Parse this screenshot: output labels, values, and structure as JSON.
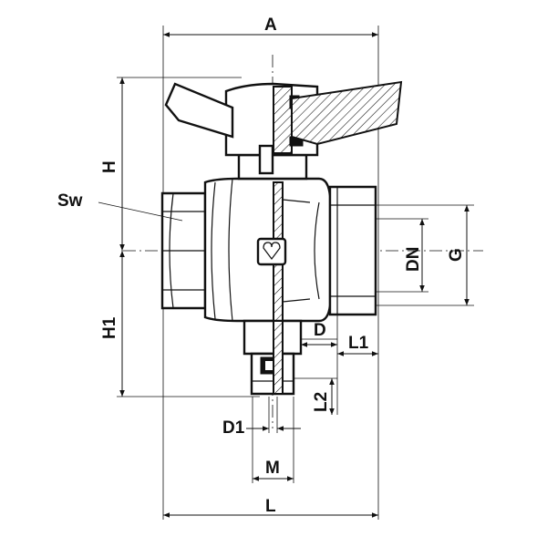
{
  "diagram": {
    "labels": {
      "A": "A",
      "H": "H",
      "Sw": "Sw",
      "H1": "H1",
      "DN": "DN",
      "G": "G",
      "D": "D",
      "L1": "L1",
      "L2": "L2",
      "D1": "D1",
      "M": "M",
      "L": "L"
    },
    "colors": {
      "ink": "#111111",
      "background": "#ffffff"
    }
  }
}
